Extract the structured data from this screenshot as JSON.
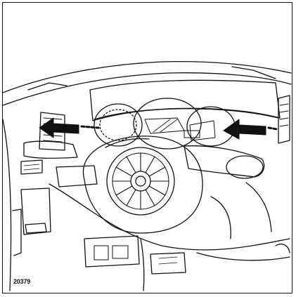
{
  "figure": {
    "reference_number": "20379",
    "colors": {
      "line": "#111111",
      "background": "#ffffff"
    },
    "arrows": [
      {
        "name": "left-vent-arrow",
        "direction": "left"
      },
      {
        "name": "right-vent-arrow",
        "direction": "left"
      }
    ]
  }
}
